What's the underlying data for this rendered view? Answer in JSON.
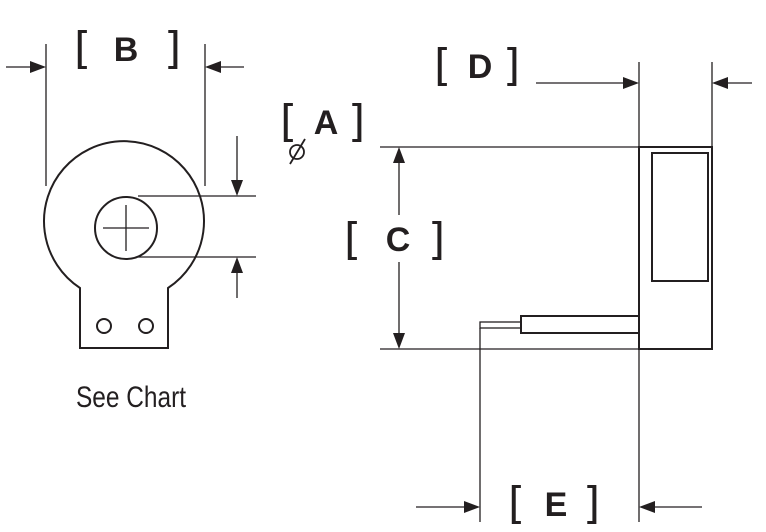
{
  "colors": {
    "ink": "#231f20",
    "background": "#ffffff"
  },
  "dimensions": {
    "a": {
      "label": "A",
      "symbol": "diameter-icon"
    },
    "b": {
      "label": "B"
    },
    "c": {
      "label": "C"
    },
    "d": {
      "label": "D"
    },
    "e": {
      "label": "E"
    }
  },
  "brackets": {
    "open": "[",
    "close": "]"
  },
  "caption": "See Chart"
}
